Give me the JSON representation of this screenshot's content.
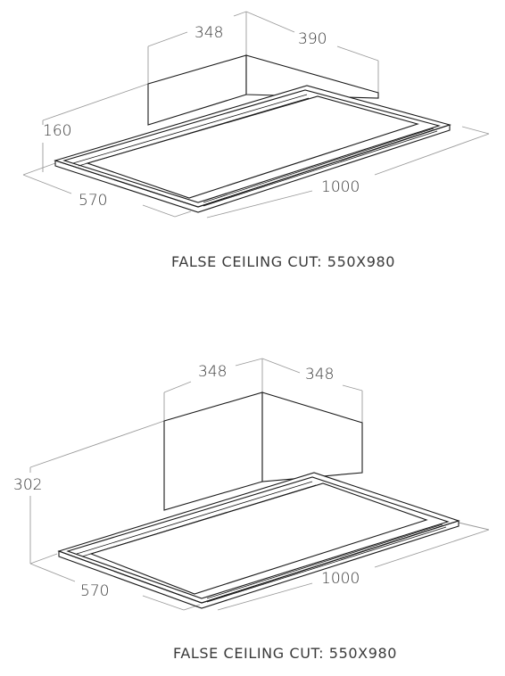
{
  "diagrams": [
    {
      "dims": {
        "top_left": "348",
        "top_right": "390",
        "height": "160",
        "depth": "570",
        "length": "1000"
      },
      "caption": "FALSE CEILING CUT: 550X980"
    },
    {
      "dims": {
        "top_left": "348",
        "top_right": "348",
        "height": "302",
        "depth": "570",
        "length": "1000"
      },
      "caption": "FALSE CEILING CUT: 550X980"
    }
  ]
}
